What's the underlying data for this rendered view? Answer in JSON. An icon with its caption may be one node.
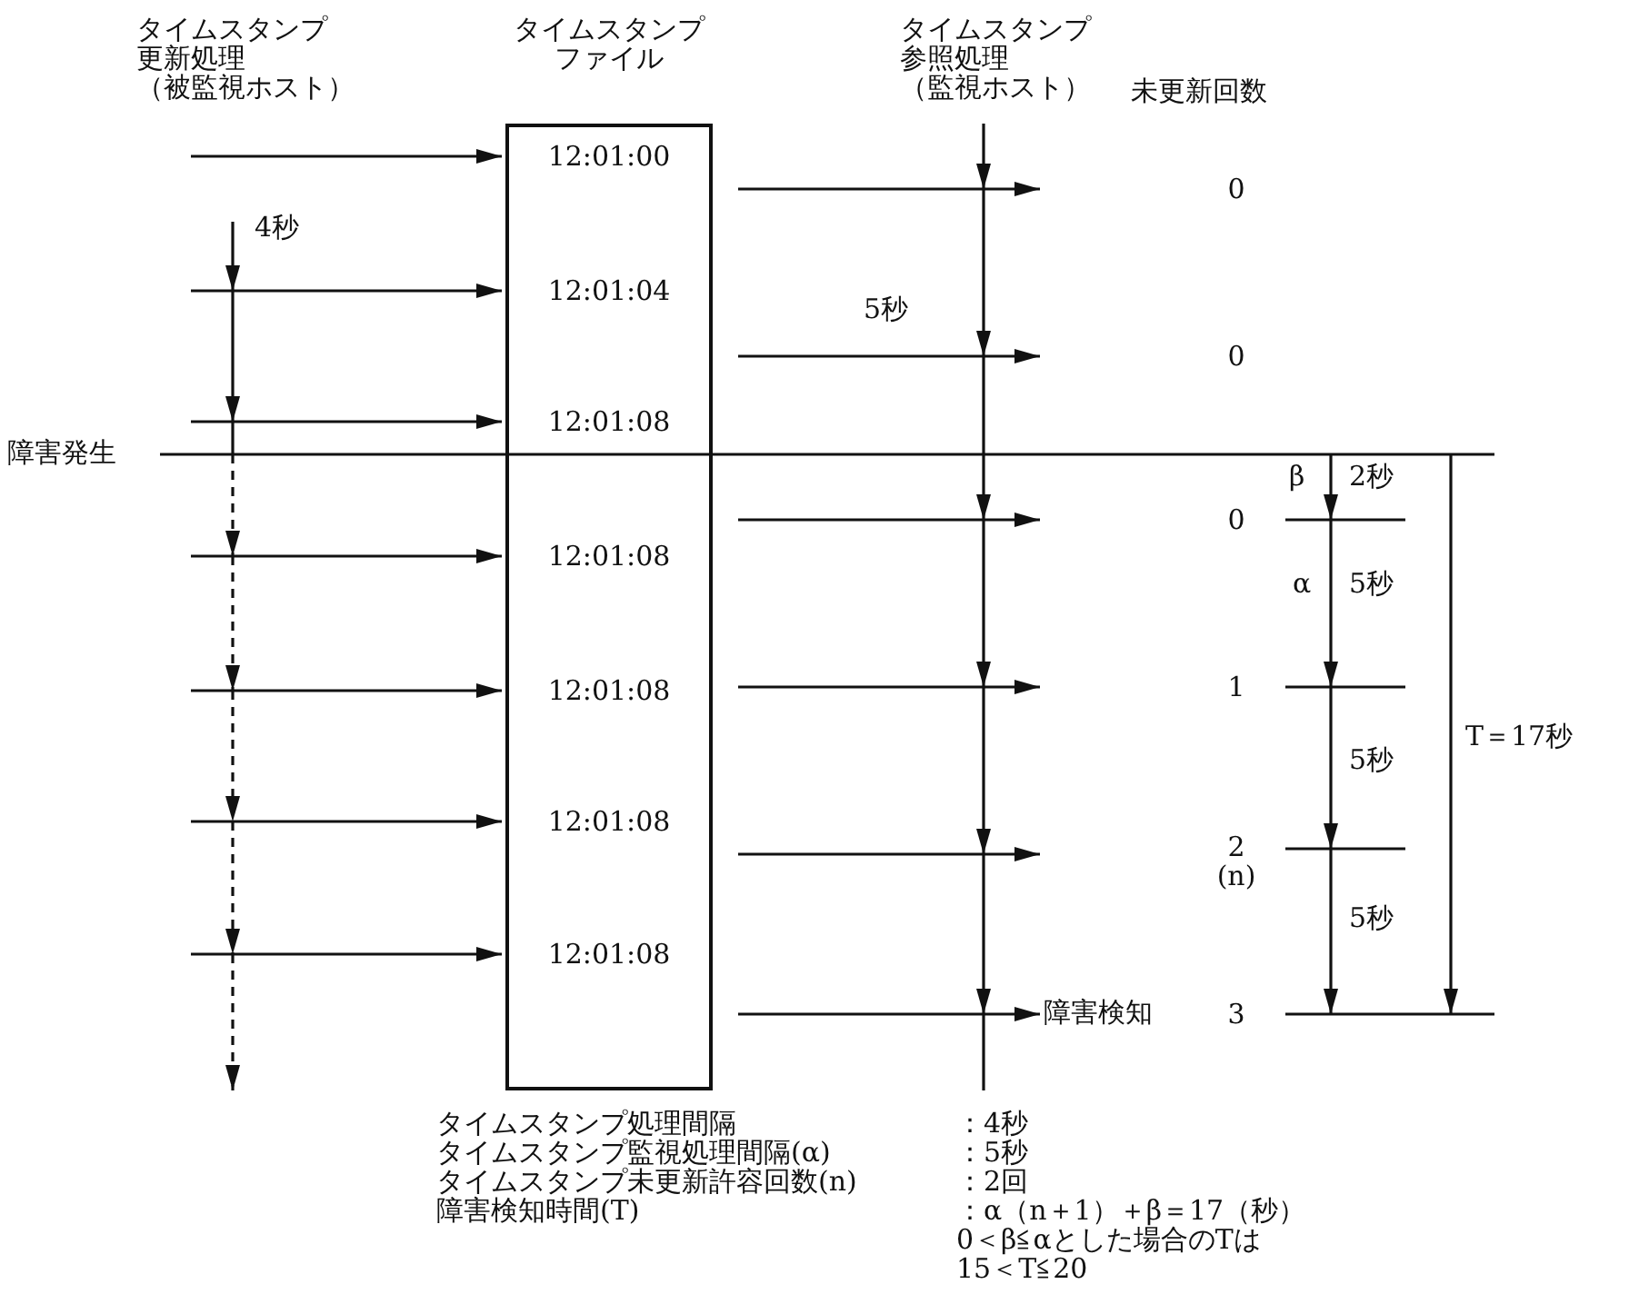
{
  "diagram": {
    "nodes": [
      {
        "text": [
          "12:01:00",
          "12:01:04",
          "12:01:08",
          "12:01:08",
          "12:01:08",
          "12:01:08",
          "12:01:08"
        ]
      },
      {
        "text": [
          "障害検知"
        ]
      }
    ],
    "edges": [
      {
        "from": null,
        "to": 0,
        "arrow": "to"
      },
      {
        "from": null,
        "to": 0,
        "arrow": "to"
      },
      {
        "from": null,
        "to": 0,
        "arrow": "to"
      },
      {
        "from": null,
        "to": 0,
        "arrow": "to"
      },
      {
        "from": null,
        "to": 0,
        "arrow": "to"
      },
      {
        "from": null,
        "to": 0,
        "arrow": "to"
      },
      {
        "from": null,
        "to": 0,
        "arrow": "to"
      },
      {
        "from": 0,
        "to": null,
        "arrow": "to"
      },
      {
        "from": 0,
        "to": null,
        "arrow": "to"
      },
      {
        "from": 0,
        "to": null,
        "arrow": "to"
      },
      {
        "from": 0,
        "to": null,
        "arrow": "to"
      },
      {
        "from": 0,
        "to": null,
        "arrow": "to"
      },
      {
        "from": 0,
        "to": 1,
        "arrow": "to"
      }
    ],
    "labels": [
      "タイムスタンプ更新処理（被監視ホスト）",
      "タイムスタンプファイル",
      "タイムスタンプ参照処理（監視ホスト）",
      "未更新回数",
      "0",
      "4秒",
      "5秒",
      "0",
      "障害発生",
      "β",
      "2秒",
      "0",
      "α",
      "5秒",
      "1",
      "5秒",
      "T＝17秒",
      "2 (n)",
      "5秒",
      "3",
      "タイムスタンプ処理間隔",
      "：4秒",
      "タイムスタンプ監視処理間隔(α)",
      "：5秒",
      "タイムスタンプ未更新許容回数(n)",
      "：2回",
      "障害検知時間(T)",
      "：α（n＋1）＋β＝17（秒）",
      "0＜β≦αとした場合のTは",
      "15＜T≦20"
    ]
  }
}
